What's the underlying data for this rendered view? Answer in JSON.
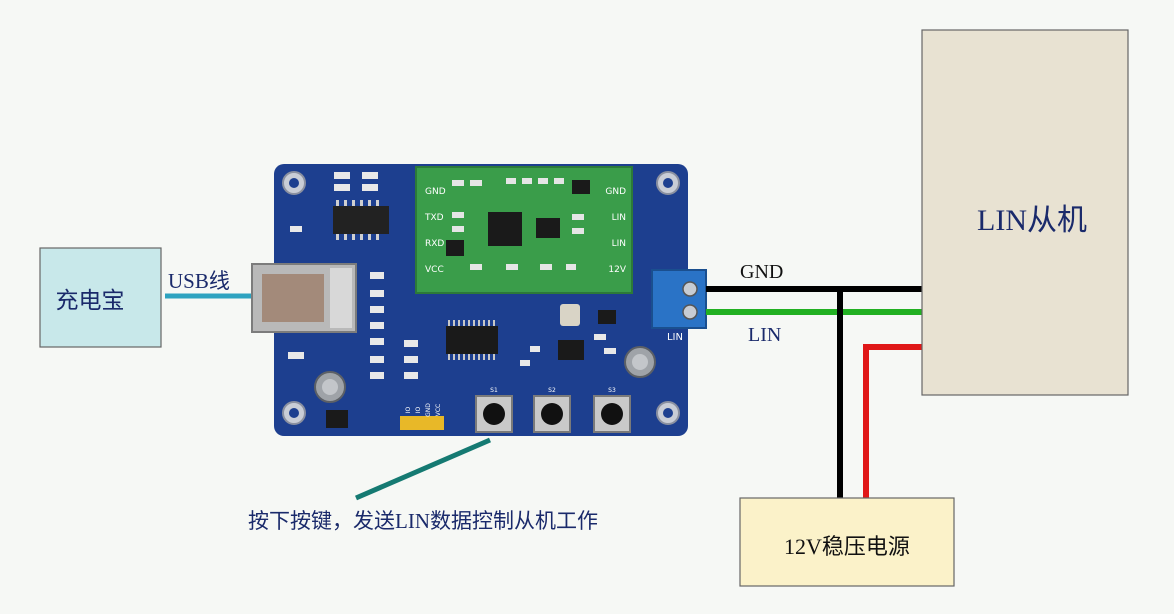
{
  "power_bank": {
    "label": "充电宝",
    "fill": "#c8e8ea"
  },
  "usb_cable": {
    "label": "USB线",
    "color": "#2ea3c0"
  },
  "lin_slave": {
    "label": "LIN从机",
    "fill": "#e8e2d2"
  },
  "psu": {
    "label": "12V稳压电源",
    "fill": "#fbf2c9"
  },
  "wires": {
    "gnd_label": "GND",
    "lin_label": "LIN",
    "gnd_color": "#000000",
    "lin_color": "#22b022",
    "power_color": "#e01818"
  },
  "instruction": {
    "text": "按下按键，发送LIN数据控制从机工作",
    "pointer_color": "#157a72"
  },
  "board": {
    "pcb_color": "#1d3f8f",
    "module_color": "#3a9d4a",
    "module_pins_left": [
      "GND",
      "TXD",
      "RXD",
      "VCC"
    ],
    "module_pins_right": [
      "GND",
      "LIN",
      "LIN",
      "12V"
    ],
    "terminal_label": "LIN",
    "terminal_color": "#2a73c6",
    "header_labels": [
      "IO",
      "IO",
      "GND",
      "VCC"
    ],
    "buttons": [
      "S1",
      "S2",
      "S3"
    ]
  }
}
